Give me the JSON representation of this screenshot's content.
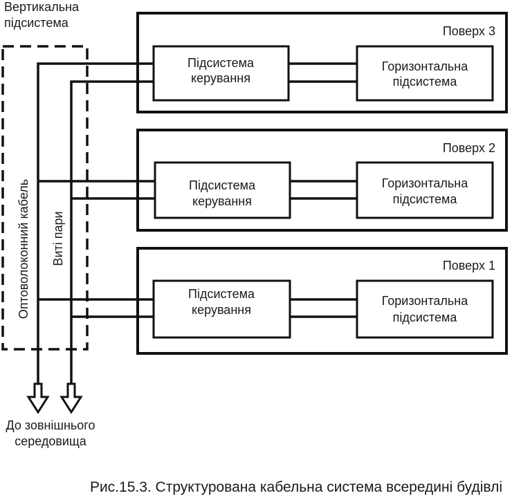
{
  "vertical_subsystem_label": [
    "Вертикальна",
    "підсистема"
  ],
  "fiber_cable_label": "Оптоволоконний кабель",
  "twisted_pair_label": "Виті пари",
  "floors": [
    {
      "title": "Поверх 3",
      "control": [
        "Підсистема",
        "керування"
      ],
      "horizontal": [
        "Горизонтальна",
        "підсистема"
      ]
    },
    {
      "title": "Поверх 2",
      "control": [
        "Підсистема",
        "керування"
      ],
      "horizontal": [
        "Горизонтальна",
        "підсистема"
      ]
    },
    {
      "title": "Поверх 1",
      "control": [
        "Підсистема",
        "керування"
      ],
      "horizontal": [
        "Горизонтальна",
        "підсистема"
      ]
    }
  ],
  "external_label": [
    "До зовнішнього",
    "середовища"
  ],
  "caption": "Рис.15.3. Структурована кабельна система всередині будівлі"
}
